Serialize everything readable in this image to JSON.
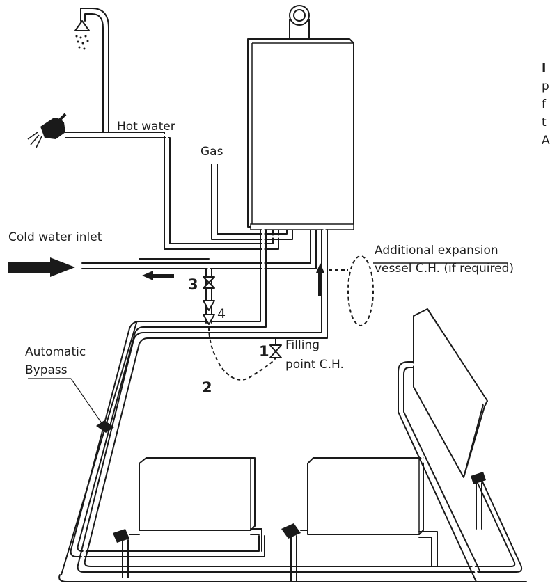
{
  "labels": {
    "hot_water": "Hot water",
    "gas": "Gas",
    "cold_water_inlet": "Cold water inlet",
    "expansion_line1": "Additional expansion",
    "expansion_line2": "vessel C.H. (if required)",
    "filling_line1": "Filling",
    "filling_line2": "point C.H.",
    "bypass_line1": "Automatic",
    "bypass_line2": "Bypass"
  },
  "numbers": {
    "n1": "1",
    "n2": "2",
    "n3": "3",
    "n4": "4"
  },
  "side_text": [
    "I",
    "p",
    "f",
    "t",
    "A"
  ],
  "colors": {
    "line": "#1a1a1a",
    "background": "#ffffff"
  }
}
